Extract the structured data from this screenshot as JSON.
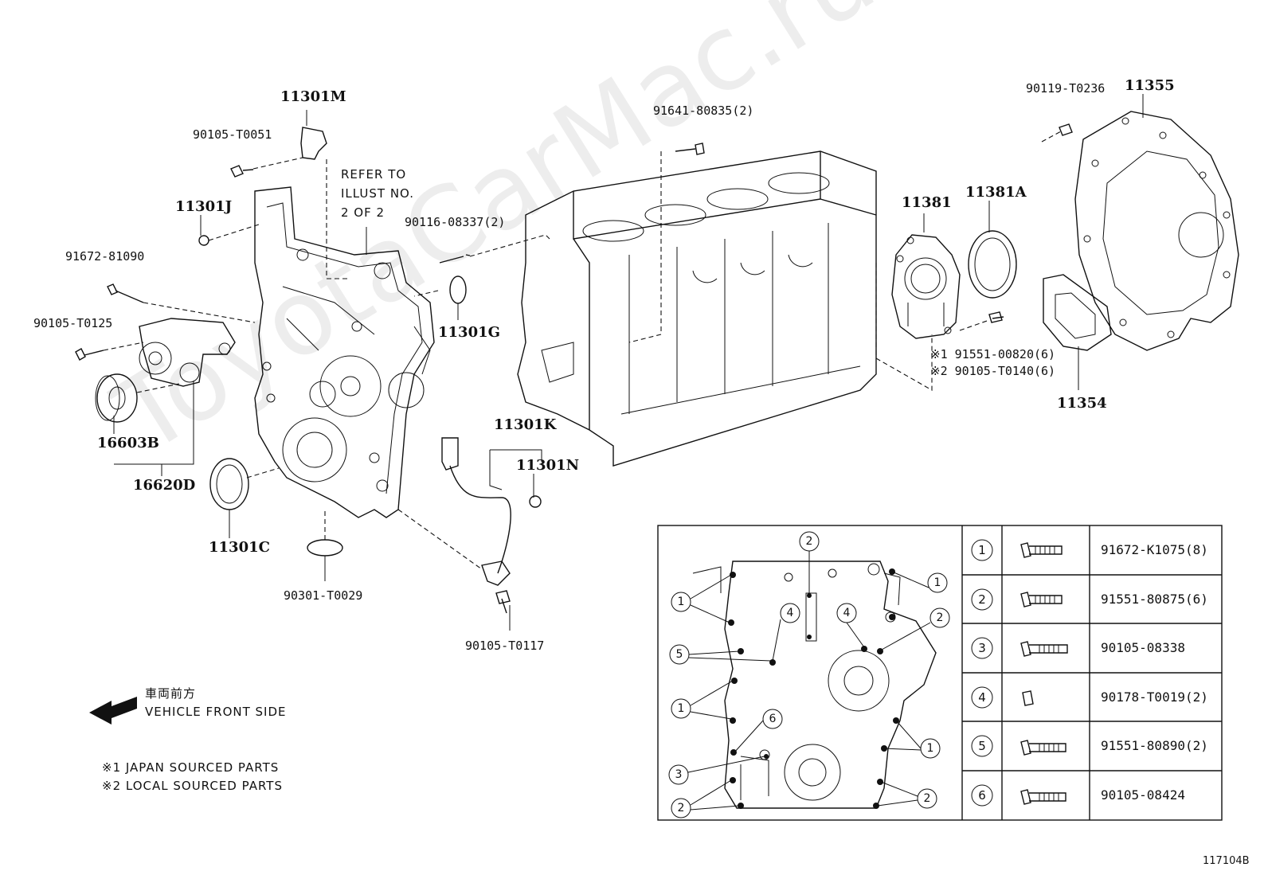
{
  "diagram_id": "117104B",
  "watermark": "ToyotaCarMac.ru",
  "refer": {
    "line1": "REFER TO",
    "line2": "ILLUST NO.",
    "line3": "2 OF 2"
  },
  "vehicle_front": {
    "jp": "車両前方",
    "en": "VEHICLE FRONT SIDE"
  },
  "notes": [
    "※1 JAPAN SOURCED PARTS",
    "※2 LOCAL SOURCED PARTS"
  ],
  "parts": {
    "p11301M": "11301M",
    "p90105T0051": "90105-T0051",
    "p11301J": "11301J",
    "p91672_81090": "91672-81090",
    "p90105T0125": "90105-T0125",
    "p16603B": "16603B",
    "p16620D": "16620D",
    "p11301C": "11301C",
    "p90301T0029": "90301-T0029",
    "p90116_08337": "90116-08337(2)",
    "p11301G": "11301G",
    "p91641_80835": "91641-80835(2)",
    "p11301K": "11301K",
    "p11301N": "11301N",
    "p90105T0117": "90105-T0117",
    "p11381": "11381",
    "p11381A": "11381A",
    "p91551_00820": "※1 91551-00820(6)",
    "p90105T0140": "※2 90105-T0140(6)",
    "p90119T0236": "90119-T0236",
    "p11355": "11355",
    "p11354": "11354"
  },
  "callouts": [
    "1",
    "2",
    "3",
    "4",
    "5",
    "6"
  ],
  "bolt_table": [
    {
      "num": "1",
      "part": "91672-K1075(8)"
    },
    {
      "num": "2",
      "part": "91551-80875(6)"
    },
    {
      "num": "3",
      "part": "90105-08338"
    },
    {
      "num": "4",
      "part": "90178-T0019(2)"
    },
    {
      "num": "5",
      "part": "91551-80890(2)"
    },
    {
      "num": "6",
      "part": "90105-08424"
    }
  ]
}
